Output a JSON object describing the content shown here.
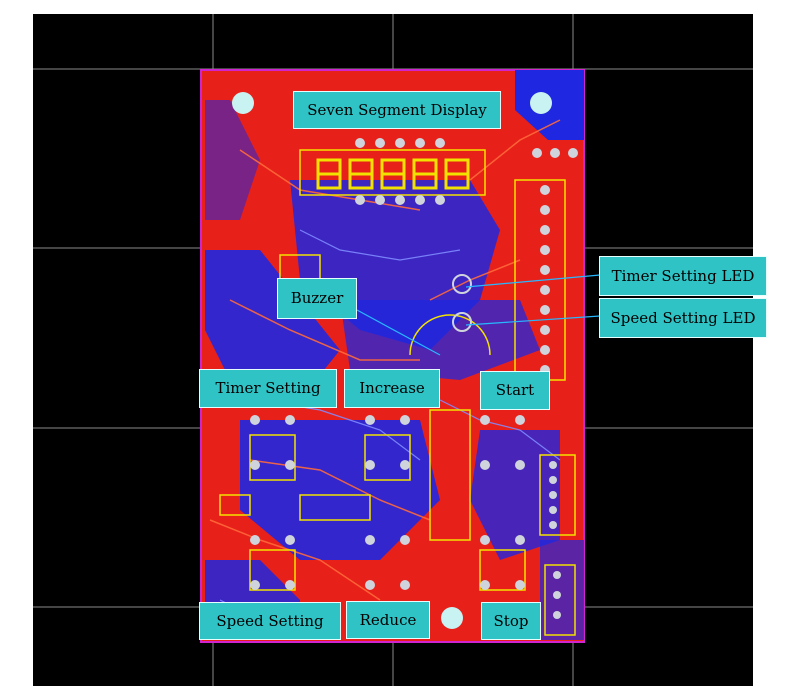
{
  "colors": {
    "background": "#000000",
    "board_red": "#e8201a",
    "board_blue": "#1f27e0",
    "silkscreen": "#f2e200",
    "board_outline": "#d024d0",
    "label_fill": "#2fc3c6",
    "leader_line": "#28b8ff",
    "grid_line": "#8a8a8a"
  },
  "labels": {
    "seven_segment_display": "Seven Segment Display",
    "buzzer": "Buzzer",
    "timer_setting_led": "Timer Setting LED",
    "speed_setting_led": "Speed Setting LED",
    "timer_setting": "Timer Setting",
    "increase": "Increase",
    "start": "Start",
    "speed_setting": "Speed Setting",
    "reduce": "Reduce",
    "stop": "Stop"
  }
}
